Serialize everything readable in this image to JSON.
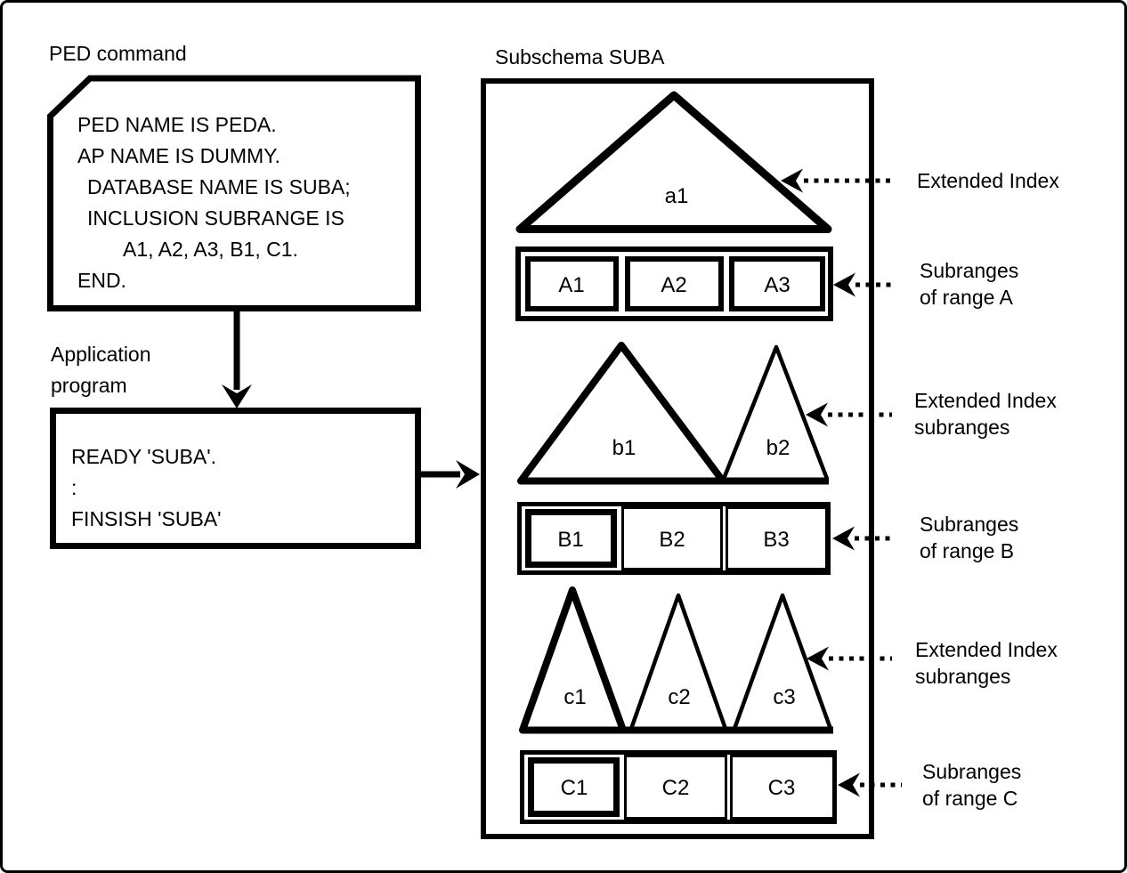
{
  "colors": {
    "ink": "#000000",
    "background": "#ffffff"
  },
  "ped_command": {
    "title": "PED command",
    "lines": [
      "PED NAME IS PEDA.",
      "AP NAME IS DUMMY.",
      "DATABASE NAME IS SUBA;",
      "INCLUSION SUBRANGE IS",
      "A1, A2, A3, B1, C1.",
      "END."
    ]
  },
  "application_program": {
    "title_lines": [
      "Application",
      "program"
    ],
    "lines": [
      "READY 'SUBA'.",
      ":",
      "FINSISH 'SUBA'"
    ]
  },
  "subschema": {
    "title": "Subschema SUBA",
    "groups": [
      {
        "name": "A",
        "triangles": [
          {
            "label": "a1",
            "emphasized": true
          }
        ],
        "cells": [
          {
            "label": "A1",
            "emphasized": true
          },
          {
            "label": "A2",
            "emphasized": true
          },
          {
            "label": "A3",
            "emphasized": true
          }
        ]
      },
      {
        "name": "B",
        "triangles": [
          {
            "label": "b1",
            "emphasized": true
          },
          {
            "label": "b2",
            "emphasized": false
          }
        ],
        "cells": [
          {
            "label": "B1",
            "emphasized": true
          },
          {
            "label": "B2",
            "emphasized": false
          },
          {
            "label": "B3",
            "emphasized": false
          }
        ]
      },
      {
        "name": "C",
        "triangles": [
          {
            "label": "c1",
            "emphasized": true
          },
          {
            "label": "c2",
            "emphasized": false
          },
          {
            "label": "c3",
            "emphasized": false
          }
        ],
        "cells": [
          {
            "label": "C1",
            "emphasized": true
          },
          {
            "label": "C2",
            "emphasized": false
          },
          {
            "label": "C3",
            "emphasized": false
          }
        ]
      }
    ]
  },
  "annotations": [
    {
      "lines": [
        "Extended Index"
      ]
    },
    {
      "lines": [
        "Subranges",
        "of range A"
      ]
    },
    {
      "lines": [
        "Extended Index",
        "subranges"
      ]
    },
    {
      "lines": [
        "Subranges",
        "of range B"
      ]
    },
    {
      "lines": [
        "Extended Index",
        "subranges"
      ]
    },
    {
      "lines": [
        "Subranges",
        "of range C"
      ]
    }
  ]
}
